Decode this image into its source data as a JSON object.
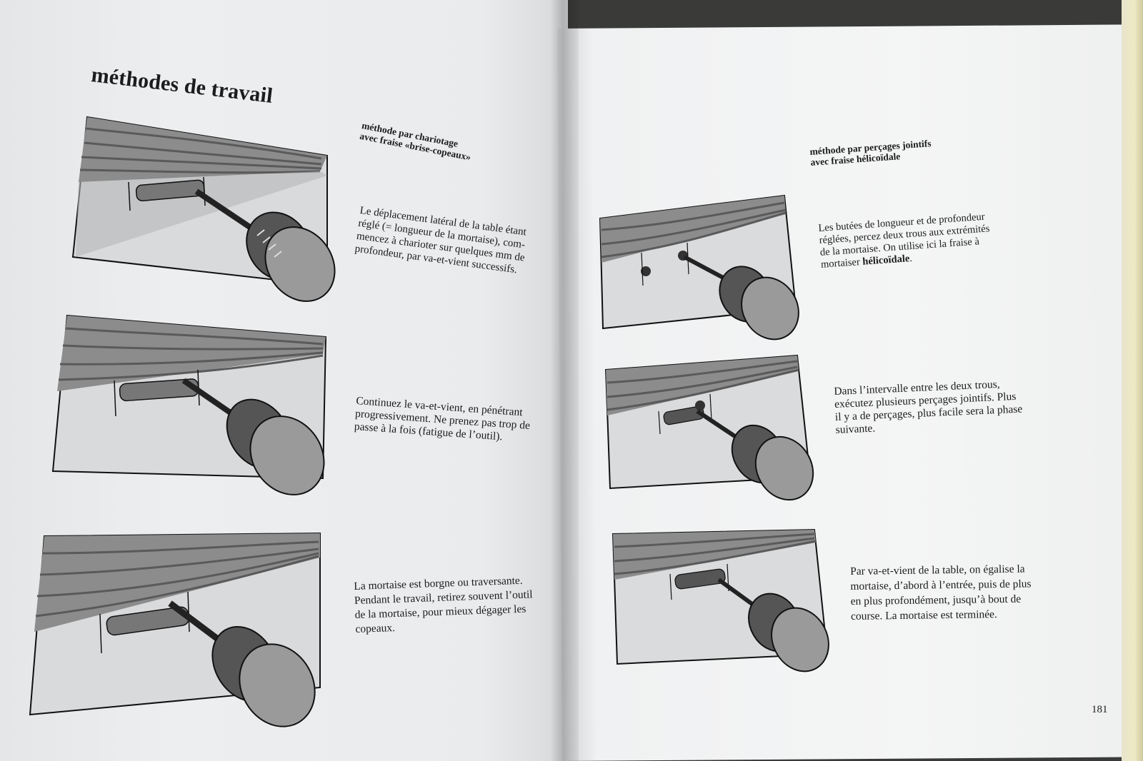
{
  "page_title": "méthodes de travail",
  "left_section": {
    "heading_lines": [
      "méthode par chariotage",
      "avec fraise «brise-copeaux»"
    ],
    "steps": [
      {
        "lines": [
          "Le déplacement latéral de la table étant",
          "réglé (= longueur de la mortaise), com-",
          "mencez à charioter sur quelques mm de",
          "profondeur, par va-et-vient successifs."
        ]
      },
      {
        "lines": [
          "Continuez le va-et-vient, en pénétrant",
          "progressivement. Ne prenez pas trop de",
          "passe à la fois (fatigue de l’outil)."
        ]
      },
      {
        "lines": [
          "La mortaise est borgne ou traversante.",
          "Pendant le travail, retirez souvent l’outil",
          "de la mortaise, pour mieux dégager les",
          "copeaux."
        ]
      }
    ]
  },
  "right_section": {
    "heading_lines": [
      "méthode par perçages jointifs",
      "avec fraise hélicoïdale"
    ],
    "steps": [
      {
        "lines": [
          "Les butées de longueur et de profondeur",
          "réglées, percez deux trous aux extrémités",
          "de la mortaise. On utilise ici la fraise à"
        ],
        "last_line_prefix": "mortaiser ",
        "last_line_bold": "hélicoïdale",
        "last_line_suffix": "."
      },
      {
        "lines": [
          "Dans l’intervalle entre les deux trous,",
          "exécutez plusieurs perçages jointifs. Plus",
          "il y a de perçages, plus facile sera la phase",
          "suivante."
        ]
      },
      {
        "lines": [
          "Par va-et-vient de la table, on égalise la",
          "mortaise, d’abord à l’entrée, puis de plus",
          "en plus profondément, jusqu’à bout de",
          "course. La mortaise est terminée."
        ]
      }
    ]
  },
  "page_number": "181",
  "colors": {
    "paper": "#eceef0",
    "ink": "#1c1c1c",
    "wood": "#9a9a9a",
    "wood_face": "#c8c8c8"
  }
}
